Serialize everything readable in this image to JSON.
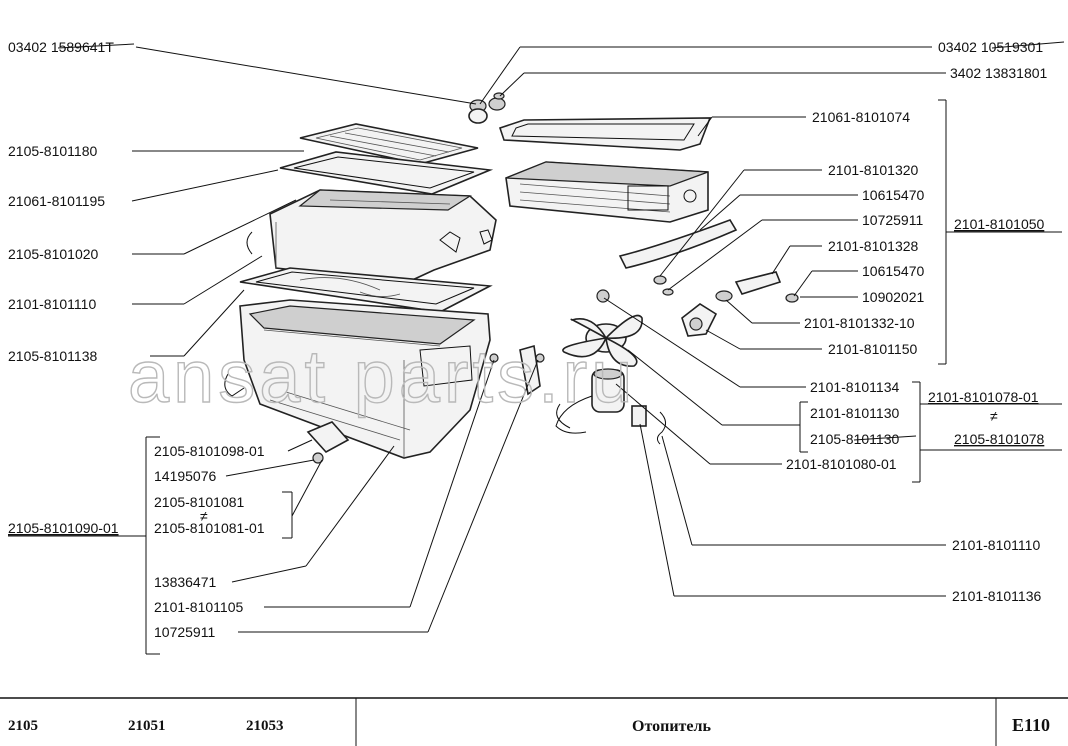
{
  "labels": {
    "l03402_1589641": "03402 1589641T",
    "l2105_8101180": "2105-8101180",
    "l21061_8101195": "21061-8101195",
    "l2105_8101020": "2105-8101020",
    "l2101_8101110_left": "2101-8101110",
    "l2105_8101138": "2105-8101138",
    "l2105_8101098_01": "2105-8101098-01",
    "l14195076": "14195076",
    "l2105_8101081": "2105-8101081",
    "l2105_8101081_01": "2105-8101081-01",
    "l2105_8101090_01": "2105-8101090-01",
    "l13836471": "13836471",
    "l2101_8101105": "2101-8101105",
    "l10725911_bottom": "10725911",
    "l03402_10519301": "03402 10519301",
    "l3402_13831801": "3402 13831801",
    "l21061_8101074": "21061-8101074",
    "l2101_8101320": "2101-8101320",
    "l10615470_a": "10615470",
    "l10725911_right": "10725911",
    "l2101_8101050": "2101-8101050",
    "l2101_8101328": "2101-8101328",
    "l10615470_b": "10615470",
    "l10902021": "10902021",
    "l2101_8101332_10": "2101-8101332-10",
    "l2101_8101150": "2101-8101150",
    "l2101_8101134": "2101-8101134",
    "l2101_8101130": "2101-8101130",
    "l2105_8101130": "2105-8101130",
    "l2101_8101078_01": "2101-8101078-01",
    "l2105_8101078": "2105-8101078",
    "l2101_8101080_01": "2101-8101080-01",
    "l2101_8101110_right": "2101-8101110",
    "l2101_8101136": "2101-8101136",
    "neq": "≠"
  },
  "watermark": "ansat parts.ru",
  "footer": {
    "model_1": "2105",
    "model_2": "21051",
    "model_3": "21053",
    "title": "Отопитель",
    "code": "E110"
  }
}
